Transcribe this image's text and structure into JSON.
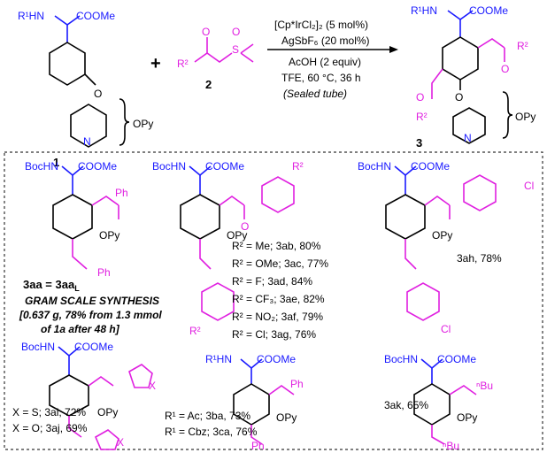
{
  "scheme": {
    "sm1_amine": "R¹HN",
    "ester": "COOMe",
    "label_1": "1",
    "label_2": "2",
    "label_3": "3",
    "opy": "OPy",
    "r2": "R²",
    "s_atom": "S",
    "o_atom": "O",
    "n_atom": "N",
    "plus": "+"
  },
  "conditions": {
    "catalyst": "[Cp*IrCl₂]₂ (5 mol%)",
    "additive": "AgSbF₆ (20 mol%)",
    "acid": "AcOH (2 equiv)",
    "solvent": "TFE, 60 °C, 36 h",
    "vessel": "(Sealed tube)"
  },
  "products": {
    "bochn": "BocHN",
    "ph": "Ph",
    "cl": "Cl",
    "x": "X",
    "nbu": "ⁿBu",
    "p3aa": "3aa = 3aa",
    "p3aa_sub": "L",
    "gram_1": "GRAM SCALE SYNTHESIS",
    "gram_2": "[0.637 g, 78% from 1.3 mmol",
    "gram_3": "of 1a after 48 h]",
    "r2_list": [
      "R² = Me; 3ab, 80%",
      "R² = OMe; 3ac, 77%",
      "R² = F; 3ad, 84%",
      "R² = CF₃; 3ae, 82%",
      "R² = NO₂; 3af, 79%",
      "R² = Cl; 3ag, 76%"
    ],
    "p3ah": "3ah, 78%",
    "x_list": [
      "X = S; 3ai, 72%",
      "X = O; 3aj, 69%"
    ],
    "r1_list": [
      "R¹ = Ac; 3ba, 73%",
      "R¹ = Cbz; 3ca, 76%"
    ],
    "p3ak": "3ak, 65%"
  },
  "colors": {
    "blue": "#1a1aff",
    "magenta": "#e020e0"
  }
}
